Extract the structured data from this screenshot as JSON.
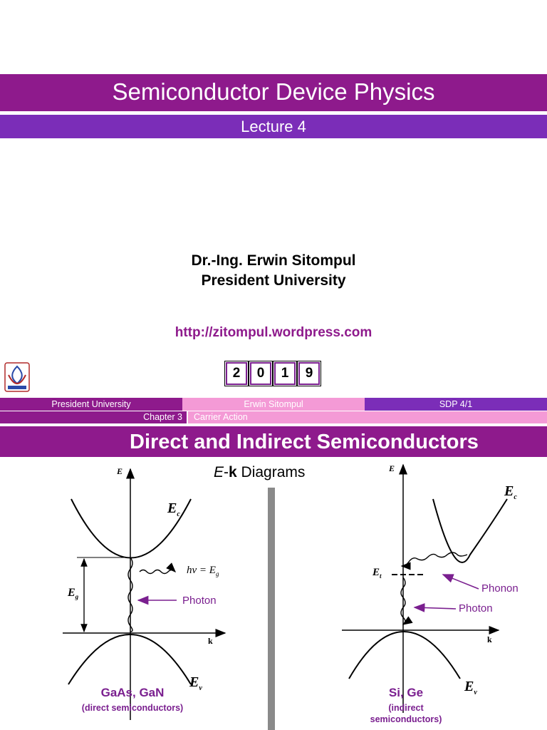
{
  "slide1": {
    "title": "Semiconductor Device Physics",
    "lecture": "Lecture 4",
    "author": "Dr.-Ing. Erwin Sitompul",
    "university": "President University",
    "url": "http://zitompul.wordpress.com",
    "year_digits": [
      "2",
      "0",
      "1",
      "9"
    ],
    "logo_icon": "president-university-logo-icon"
  },
  "footer": {
    "left": "President University",
    "center": "Erwin Sitompul",
    "right": "SDP 4/1",
    "chapter": "Chapter 3",
    "topic": "Carrier Action"
  },
  "colors": {
    "magenta": "#8e1a8c",
    "violet": "#7b2db8",
    "pink": "#f49ad6"
  },
  "slide2": {
    "title": "Direct and Indirect Semiconductors",
    "diagram_title_e": "E",
    "diagram_title_k": "k",
    "diagram_title_rest": " Diagrams",
    "direct": {
      "axis_e": "E",
      "axis_k": "k",
      "ec": "E",
      "ec_sub": "c",
      "ev": "E",
      "ev_sub": "v",
      "eg": "E",
      "eg_sub": "g",
      "photon_eq": "hν = E",
      "photon_eq_sub": "g",
      "photon": "Photon",
      "materials": "GaAs, GaN",
      "type": "(direct semiconductors)"
    },
    "indirect": {
      "axis_e": "E",
      "axis_k": "k",
      "ec": "E",
      "ec_sub": "c",
      "ev": "E",
      "ev_sub": "v",
      "et": "E",
      "et_sub": "t",
      "phonon": "Phonon",
      "photon": "Photon",
      "materials": "Si, Ge",
      "type_line1": "(indirect",
      "type_line2": "semiconductors)"
    }
  }
}
